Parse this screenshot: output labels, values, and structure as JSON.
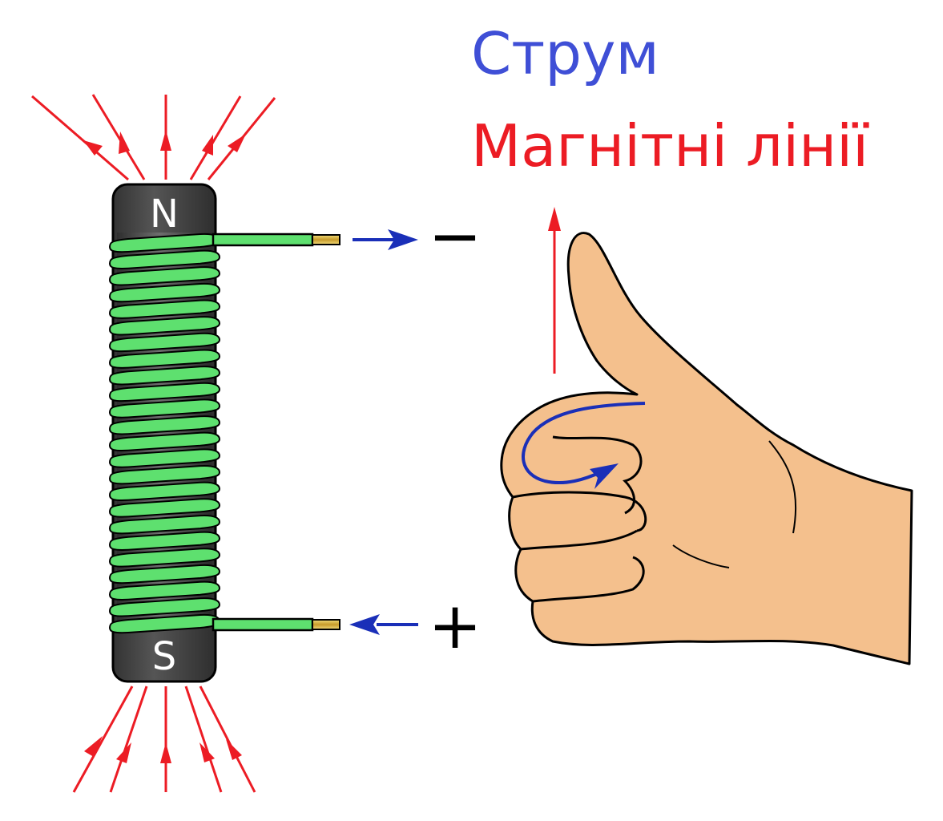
{
  "legend": {
    "current_label": "Струм",
    "field_lines_label": "Магнітні лінії"
  },
  "magnet": {
    "north_label": "N",
    "south_label": "S"
  },
  "terminals": {
    "negative_sign": "−",
    "positive_sign": "+"
  },
  "colors": {
    "current": "#1a2fb8",
    "field_lines": "#ec1c24",
    "coil_wire": "#5ee06f",
    "core": "#3a3a3a",
    "skin": "#f4c08d"
  },
  "coil": {
    "turns": 24
  }
}
